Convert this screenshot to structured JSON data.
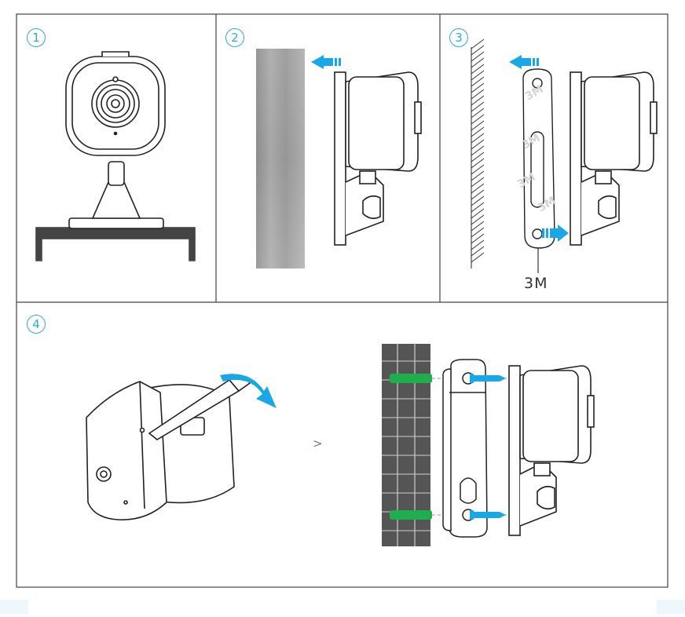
{
  "steps": [
    {
      "number": "1"
    },
    {
      "number": "2"
    },
    {
      "number": "3"
    },
    {
      "number": "4"
    }
  ],
  "label_3m": "3M",
  "separator": ">",
  "colors": {
    "accent": "#2fa9de",
    "arrow": "#1aa7e6",
    "anchor": "#1eae4e",
    "border": "#444444",
    "wall": "#555555"
  },
  "icons": [
    "step-arrow-icon",
    "screw-icon",
    "wall-anchor-icon",
    "pry-tool-icon"
  ]
}
